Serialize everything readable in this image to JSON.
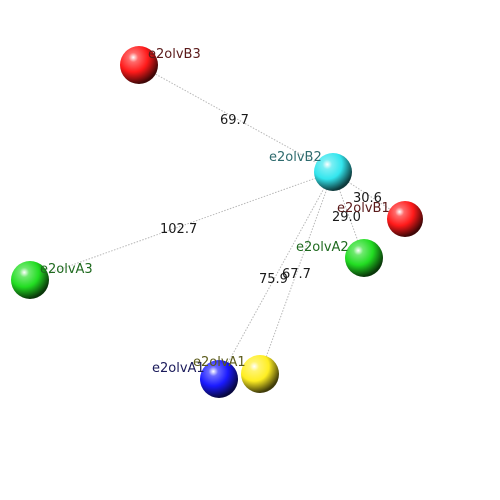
{
  "nodes": [
    {
      "id": "n_red_top",
      "label": "e2olvB3",
      "color": "#ff1a1a",
      "label_color": "#5a1a1a"
    },
    {
      "id": "n_cyan",
      "label": "e2olvB2",
      "color": "#33e6ee",
      "label_color": "#2f6b6e"
    },
    {
      "id": "n_red_right",
      "label": "e2olvB1",
      "color": "#ff1a1a",
      "label_color": "#5a1a1a"
    },
    {
      "id": "n_green_mid",
      "label": "e2olvA2",
      "color": "#22dd22",
      "label_color": "#1f6a1f"
    },
    {
      "id": "n_green_left",
      "label": "e2olvA3",
      "color": "#22dd22",
      "label_color": "#1f6a1f"
    },
    {
      "id": "n_blue",
      "label": "e2olvA1",
      "color": "#1a1aff",
      "label_color": "#1a1a5a"
    },
    {
      "id": "n_yellow",
      "label": "e2olvA1",
      "color": "#ffee22",
      "label_color": "#5a5a1a"
    }
  ],
  "edges": [
    {
      "source": "n_cyan",
      "target": "n_red_top",
      "label": "69.7"
    },
    {
      "source": "n_cyan",
      "target": "n_green_left",
      "label": "102.7"
    },
    {
      "source": "n_cyan",
      "target": "n_red_right",
      "label": "30.6"
    },
    {
      "source": "n_cyan",
      "target": "n_green_mid",
      "label": "29.0"
    },
    {
      "source": "n_cyan",
      "target": "n_blue",
      "label": "75.9"
    },
    {
      "source": "n_cyan",
      "target": "n_yellow",
      "label": "67.7"
    }
  ]
}
